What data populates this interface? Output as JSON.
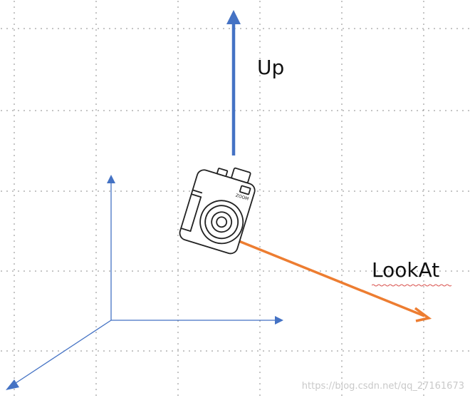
{
  "diagram": {
    "up_label": "Up",
    "lookat_label": "LookAt",
    "camera_icon": "camera-icon",
    "watermark": "https://blog.csdn.net/qq_27161673"
  },
  "colors": {
    "up_arrow": "#4472c4",
    "lookat_arrow": "#ed7d31",
    "axes": "#4472c4",
    "grid": "#7f7f7f",
    "camera": "#222222",
    "squiggle": "#d9534f"
  }
}
